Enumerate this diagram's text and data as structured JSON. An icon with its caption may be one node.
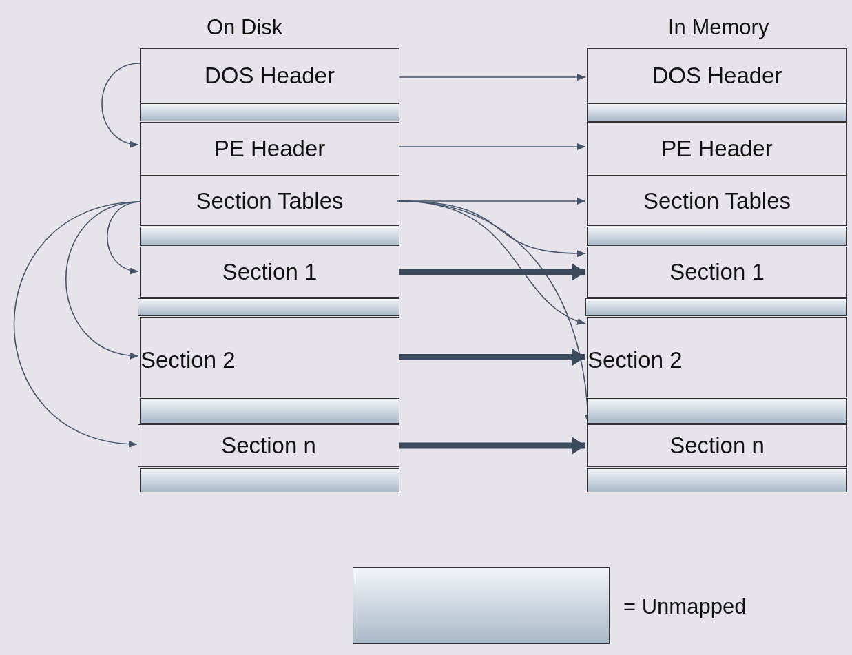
{
  "diagram": {
    "nodes": [
      {
        "text": [
          "DOS Header"
        ]
      },
      {
        "text": [],
        "shape": "bar"
      },
      {
        "text": [
          "PE Header"
        ]
      },
      {
        "text": [
          "Section Tables"
        ]
      },
      {
        "text": [],
        "shape": "bar"
      },
      {
        "text": [
          "Section 1"
        ]
      },
      {
        "text": [],
        "shape": "bar"
      },
      {
        "text": [
          "Section 2"
        ]
      },
      {
        "text": [],
        "shape": "bar"
      },
      {
        "text": [
          "Section n"
        ]
      },
      {
        "text": [],
        "shape": "bar"
      },
      {
        "text": [
          "DOS Header"
        ]
      },
      {
        "text": [],
        "shape": "bar"
      },
      {
        "text": [
          "PE Header"
        ]
      },
      {
        "text": [
          "Section Tables"
        ]
      },
      {
        "text": [],
        "shape": "bar"
      },
      {
        "text": [
          "Section 1"
        ]
      },
      {
        "text": [],
        "shape": "bar"
      },
      {
        "text": [
          "Section 2"
        ]
      },
      {
        "text": [],
        "shape": "bar"
      },
      {
        "text": [
          "Section n"
        ]
      },
      {
        "text": [],
        "shape": "bar"
      }
    ],
    "edges": [
      {
        "from": 0,
        "to": 2,
        "arrow": "to"
      },
      {
        "from": 0,
        "to": 11,
        "arrow": "to"
      },
      {
        "from": 2,
        "to": 13,
        "arrow": "to"
      },
      {
        "from": 3,
        "to": 14,
        "arrow": "to"
      },
      {
        "from": 3,
        "to": 5,
        "arrow": "to"
      },
      {
        "from": 3,
        "to": 7,
        "arrow": "to"
      },
      {
        "from": 3,
        "to": 9,
        "arrow": "to"
      },
      {
        "from": 3,
        "to": 16,
        "arrow": "to"
      },
      {
        "from": 3,
        "to": 18,
        "arrow": "to"
      },
      {
        "from": 3,
        "to": 20,
        "arrow": "to"
      },
      {
        "from": 5,
        "to": 16,
        "arrow": "to",
        "style": "thick",
        "color": "#3b4a5c"
      },
      {
        "from": 7,
        "to": 18,
        "arrow": "to",
        "style": "thick",
        "color": "#3b4a5c"
      },
      {
        "from": 9,
        "to": 20,
        "arrow": "to",
        "style": "thick",
        "color": "#3b4a5c"
      }
    ],
    "labels": [
      "On Disk",
      "In Memory"
    ],
    "legend": [
      {
        "text": "= Unmapped",
        "color": "#a9b8c8"
      }
    ]
  }
}
